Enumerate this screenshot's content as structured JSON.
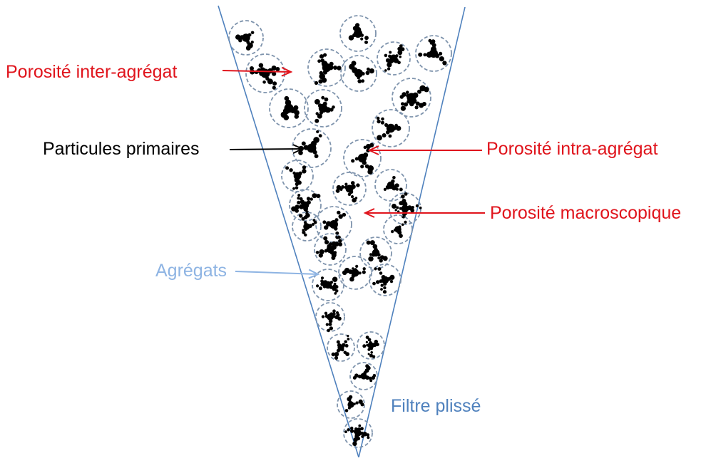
{
  "labels": {
    "inter": "Porosité inter-agrégat",
    "primaires": "Particules primaires",
    "intra": "Porosité intra-agrégat",
    "macro": "Porosité macroscopique",
    "agregats": "Agrégats",
    "filtre": "Filtre plissé"
  },
  "colors": {
    "red": "#e0141c",
    "black": "#000000",
    "light_blue": "#8eb4e3",
    "blue": "#4f81bd",
    "dashed_circle": "#7f94ad",
    "particle": "#000000"
  }
}
